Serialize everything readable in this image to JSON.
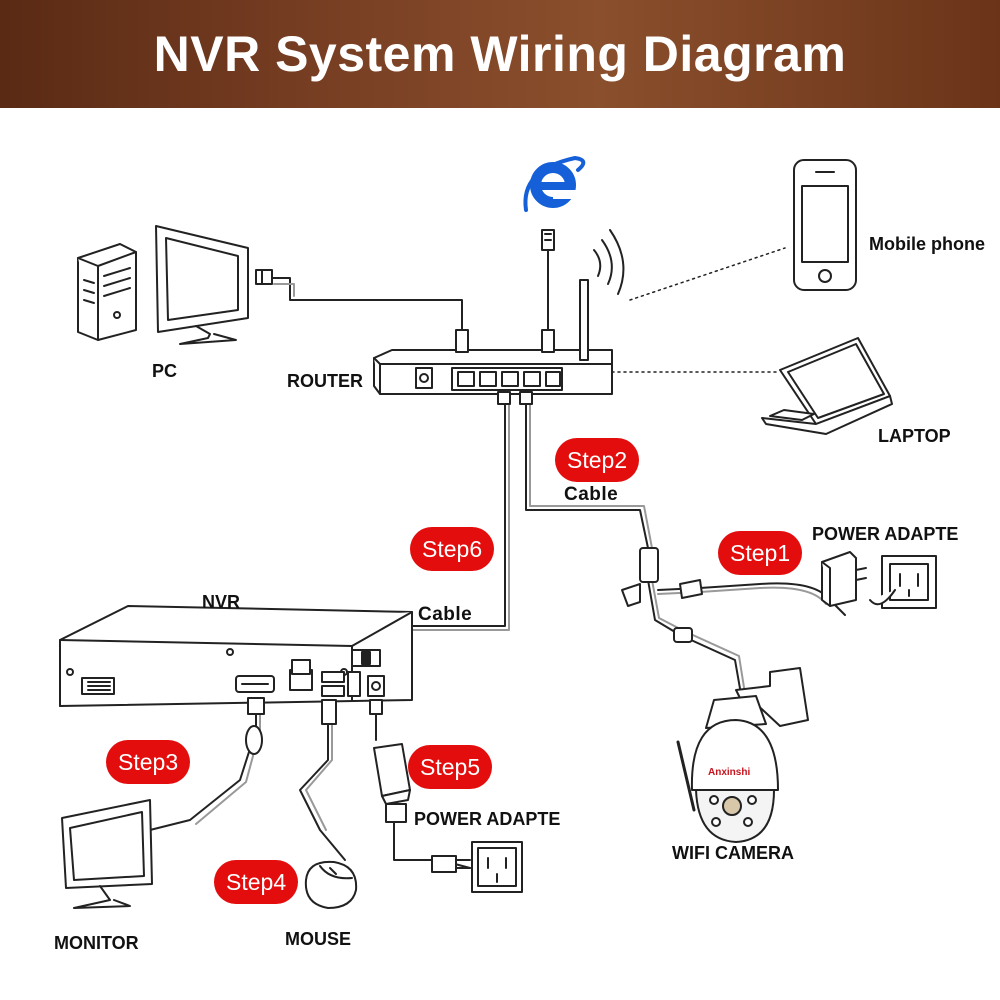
{
  "header": {
    "title": "NVR System Wiring Diagram"
  },
  "labels": {
    "pc": "PC",
    "router": "ROUTER",
    "mobile_phone": "Mobile phone",
    "laptop": "LAPTOP",
    "power_adapter_camera": "POWER ADAPTE",
    "wifi_camera": "WIFI CAMERA",
    "nvr": "NVR",
    "cable_top": "Cable",
    "cable_nvr": "Cable",
    "power_adapter_nvr": "POWER ADAPTE",
    "monitor": "MONITOR",
    "mouse": "MOUSE",
    "camera_brand": "Anxinshi"
  },
  "steps": {
    "step1": "Step1",
    "step2": "Step2",
    "step3": "Step3",
    "step4": "Step4",
    "step5": "Step5",
    "step6": "Step6"
  },
  "colors": {
    "header_bg": "#6b3419",
    "badge_bg": "#e30d0d",
    "browser_icon": "#1560d8"
  },
  "icons": {
    "browser": "internet-explorer-icon"
  }
}
